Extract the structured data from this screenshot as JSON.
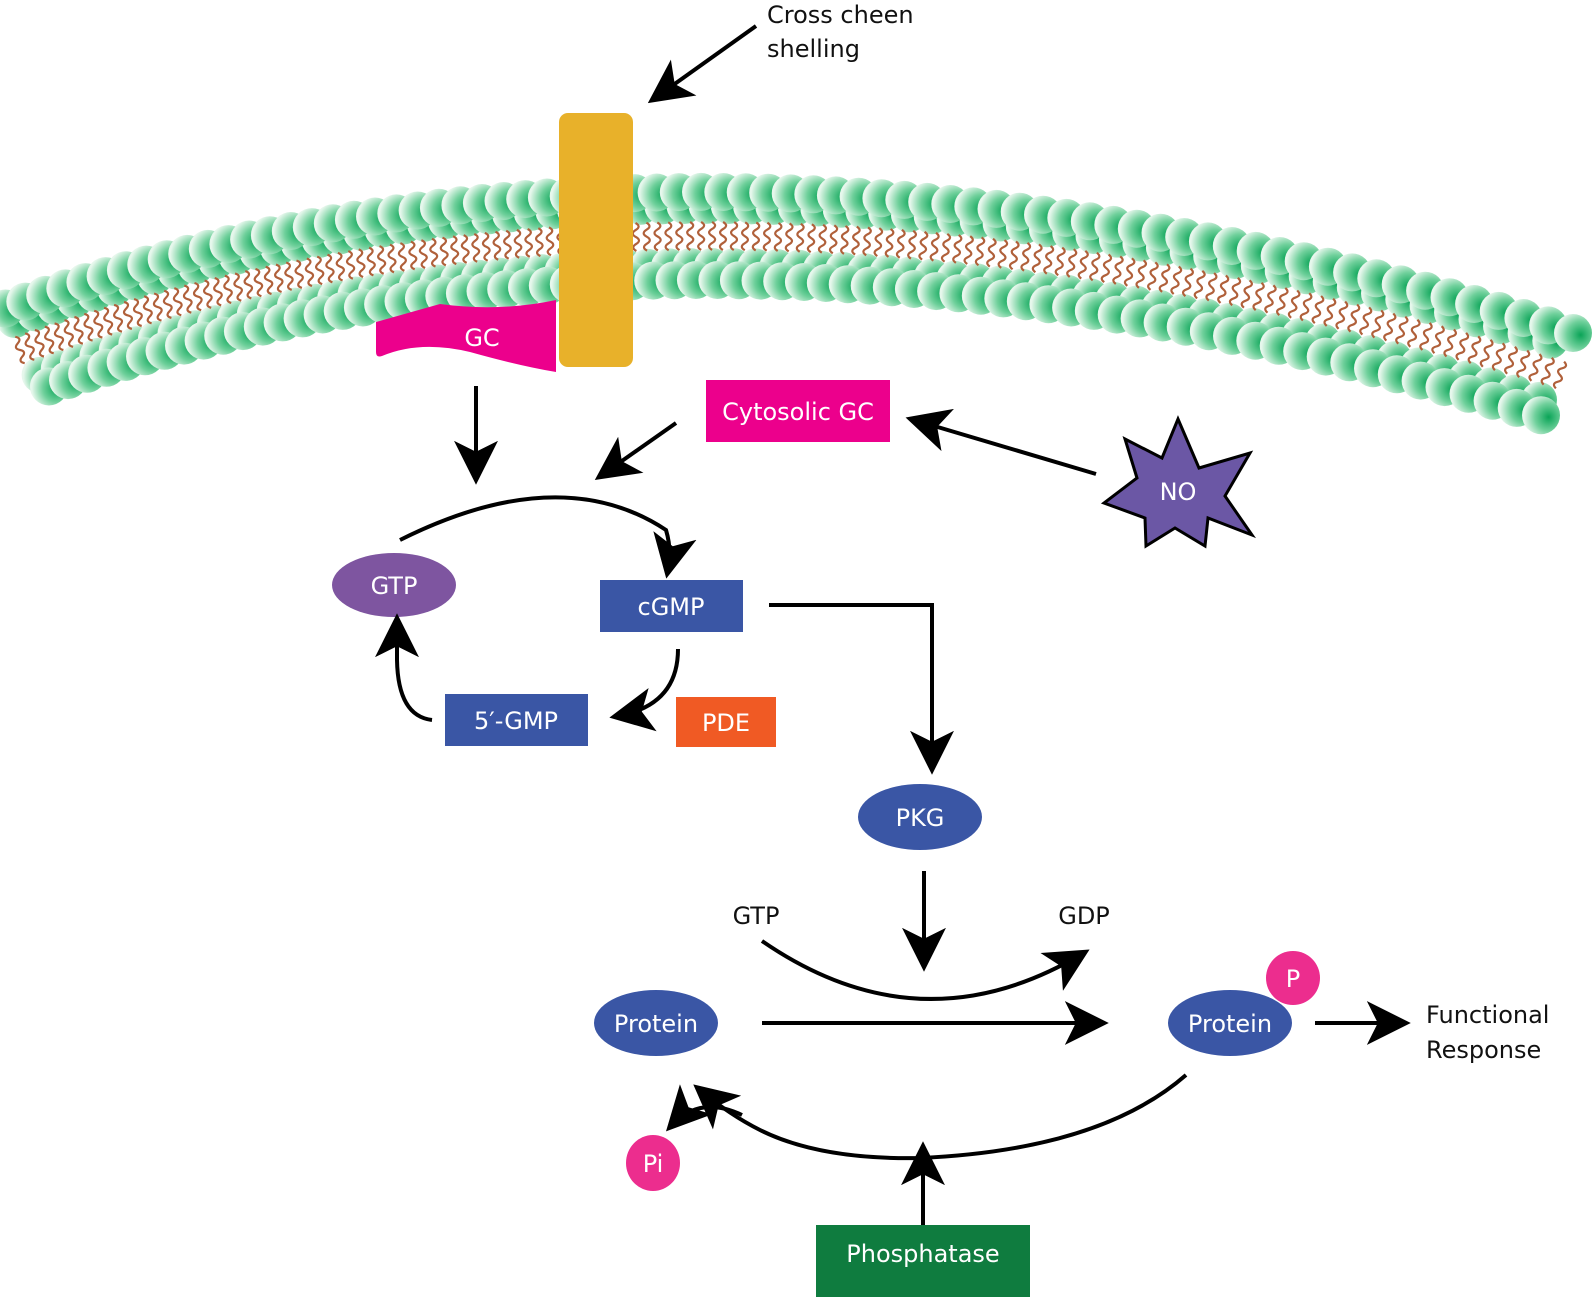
{
  "title": "cGMP signaling pathway",
  "colors": {
    "membrane_head": "#1fb56b",
    "membrane_tail": "#b0603a",
    "receptor_gold": "#e8b12a",
    "gc_magenta": "#ec008c",
    "gtp_purple": "#7e55a0",
    "node_blue": "#3a56a5",
    "pde_orange": "#f05a24",
    "no_purple": "#6b57a5",
    "phosphate_pink": "#ec2d8e",
    "phosphatase_green": "#0f7c3f"
  },
  "labels": {
    "stimulus_line1": "Cross cheen",
    "stimulus_line2": "shelling",
    "membrane_gc": "GC",
    "cytosolic_gc": "Cytosolic GC",
    "no": "NO",
    "gtp_node": "GTP",
    "cgmp": "cGMP",
    "gmp5": "5′-GMP",
    "pde": "PDE",
    "pkg": "PKG",
    "gtp_cofactor": "GTP",
    "gdp_cofactor": "GDP",
    "protein": "Protein",
    "protein_p": "Protein",
    "phospho_p": "P",
    "pi": "Pi",
    "response_line1": "Functional",
    "response_line2": "Response",
    "phosphatase": "Phosphatase"
  }
}
